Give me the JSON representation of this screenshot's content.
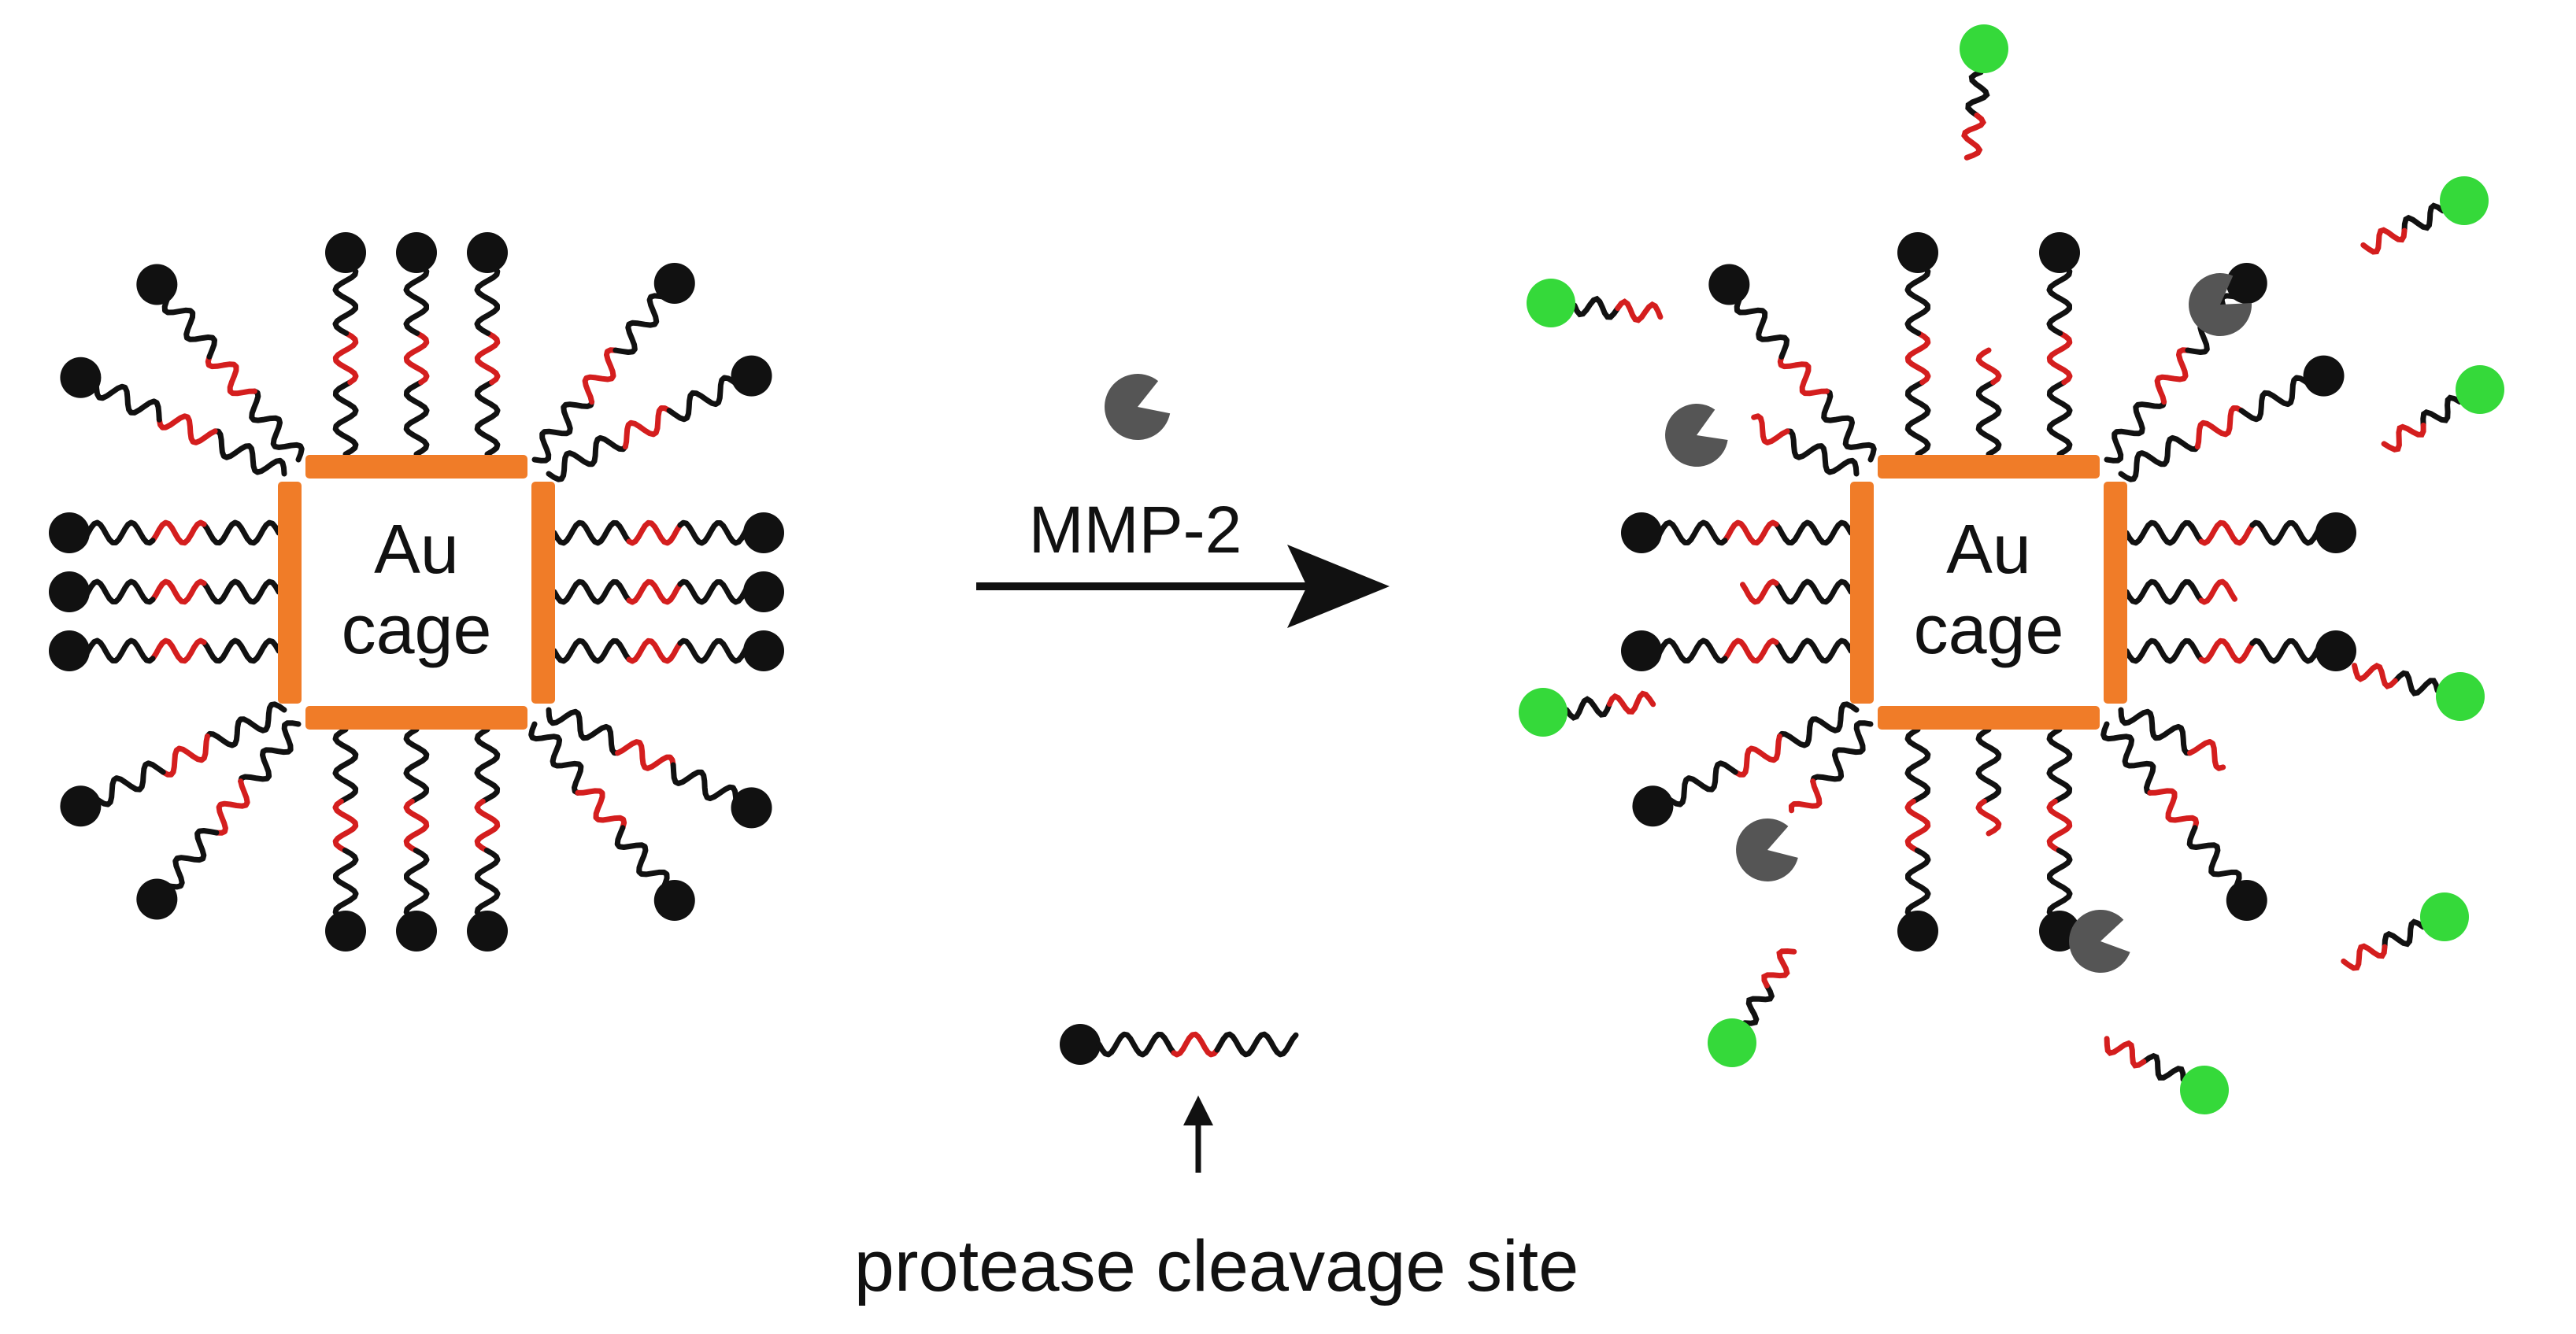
{
  "left_particle": {
    "label_line1": "Au",
    "label_line2": "cage"
  },
  "right_particle": {
    "label_line1": "Au",
    "label_line2": "cage"
  },
  "reaction": {
    "enzyme_label": "MMP-2"
  },
  "legend": {
    "caption": "protease cleavage site"
  },
  "colors": {
    "cage_edge": "#f07c28",
    "linker": "#111111",
    "cleavage_segment": "#d41e1e",
    "released_fluorophore": "#35d93a",
    "protease": "#555555"
  }
}
